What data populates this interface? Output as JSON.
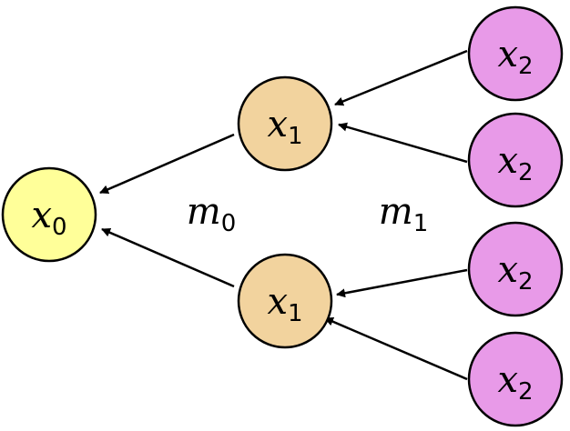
{
  "colors": {
    "root_fill": "#FFFF99",
    "level1_fill": "#F2D39E",
    "level2_fill": "#E89AE8",
    "stroke": "#000000"
  },
  "nodes": {
    "x0": {
      "base": "x",
      "sub": "0"
    },
    "x1_top": {
      "base": "x",
      "sub": "1"
    },
    "x1_bottom": {
      "base": "x",
      "sub": "1"
    },
    "x2_a": {
      "base": "x",
      "sub": "2"
    },
    "x2_b": {
      "base": "x",
      "sub": "2"
    },
    "x2_c": {
      "base": "x",
      "sub": "2"
    },
    "x2_d": {
      "base": "x",
      "sub": "2"
    }
  },
  "edge_labels": {
    "m0": {
      "base": "m",
      "sub": "0"
    },
    "m1": {
      "base": "m",
      "sub": "1"
    }
  }
}
